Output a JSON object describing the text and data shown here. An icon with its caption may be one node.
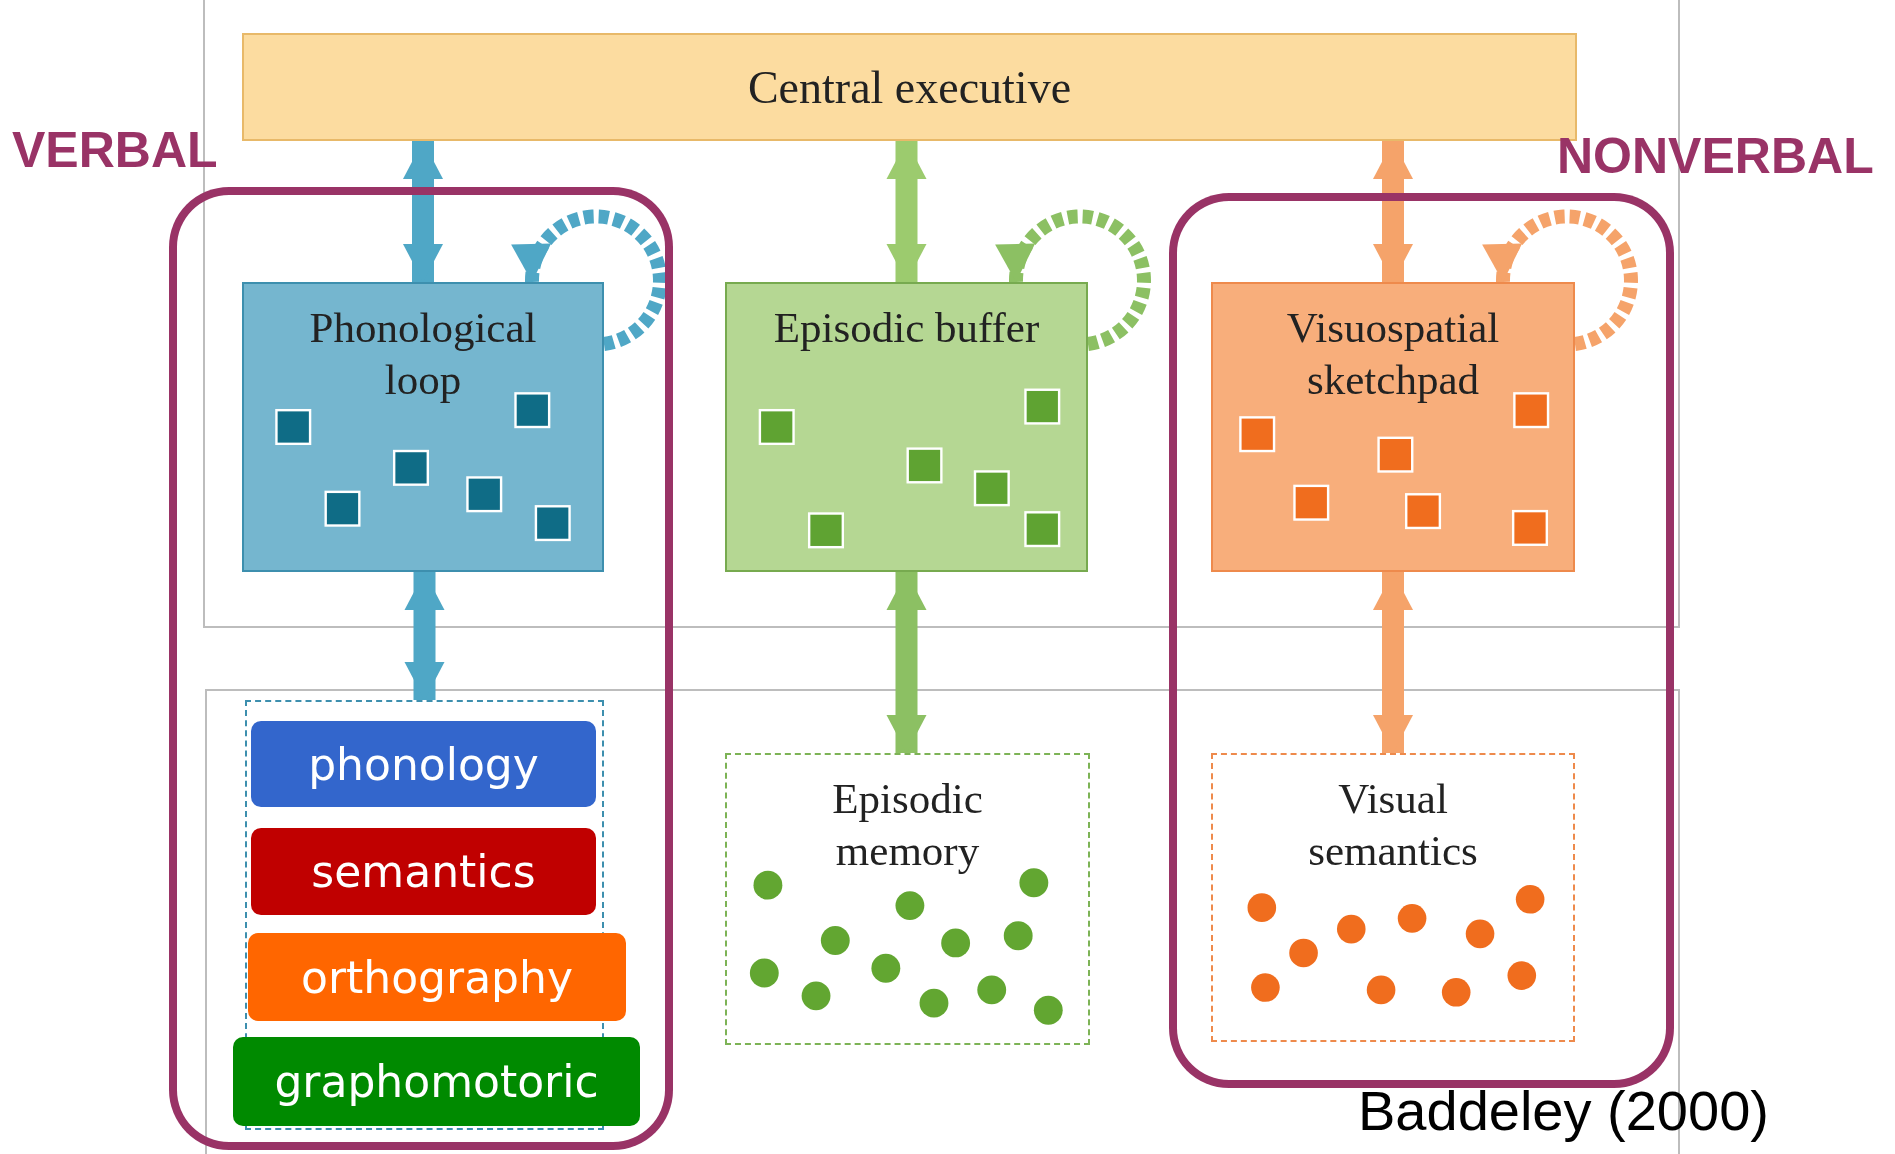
{
  "diagram": {
    "nodes": [
      {
        "text": [
          "Central executive"
        ]
      },
      {
        "text": [
          "VERBAL"
        ]
      },
      {
        "text": [
          "Phonological loop"
        ],
        "in": 1
      },
      {
        "text": [
          "Episodic buffer"
        ]
      },
      {
        "text": [
          "NONVERBAL"
        ]
      },
      {
        "text": [
          "Visuospatial sketchpad"
        ],
        "in": 4
      },
      {
        "text": [],
        "shape": "box",
        "in": 1
      },
      {
        "text": [
          "phonology"
        ],
        "in": 6
      },
      {
        "text": [
          "semantics"
        ],
        "in": 6
      },
      {
        "text": [
          "orthography"
        ],
        "in": 1
      },
      {
        "text": [
          "graphomotoric"
        ],
        "in": 1
      },
      {
        "text": [
          "Episodic memory"
        ]
      },
      {
        "text": [
          "Visual semantics"
        ],
        "in": 4
      }
    ],
    "edges": [
      {
        "from": 0,
        "to": 2,
        "arrow": "both",
        "color": "#4fa7c6"
      },
      {
        "from": 0,
        "to": 3,
        "arrow": "both",
        "color": "#9ccb6e"
      },
      {
        "from": 0,
        "to": 5,
        "arrow": "both",
        "color": "#f5a36a"
      },
      {
        "from": 2,
        "to": 2,
        "arrow": "to",
        "style": "dashed",
        "color": "#4fa7c6"
      },
      {
        "from": 3,
        "to": 3,
        "arrow": "to",
        "style": "dashed",
        "color": "#8cc063"
      },
      {
        "from": 5,
        "to": 5,
        "arrow": "to",
        "style": "dashed",
        "color": "#f5a36a"
      },
      {
        "from": 2,
        "to": 6,
        "arrow": "both",
        "color": "#4fa7c6"
      },
      {
        "from": 3,
        "to": 11,
        "arrow": "both",
        "color": "#8cc063"
      },
      {
        "from": 5,
        "to": 12,
        "arrow": "both",
        "color": "#f5a36a"
      }
    ],
    "labels": [
      "Baddeley (2000)"
    ]
  }
}
